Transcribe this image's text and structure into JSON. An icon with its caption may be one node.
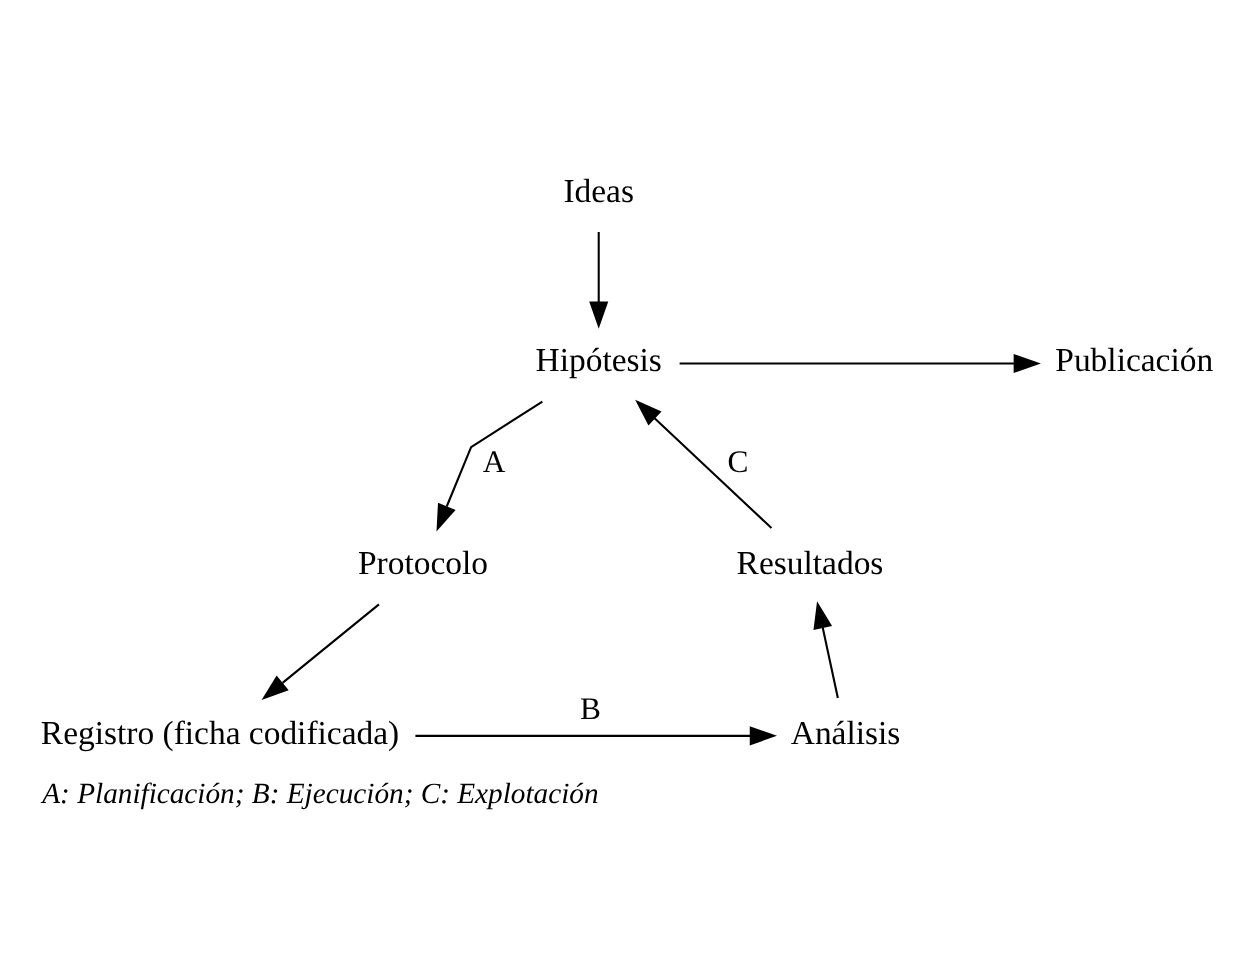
{
  "diagram": {
    "caption": "A: Planificación; B: Ejecución; C: Explotación",
    "nodes": [
      {
        "text": [
          "Ideas"
        ]
      },
      {
        "text": [
          "Hipótesis"
        ]
      },
      {
        "text": [
          "Publicación"
        ]
      },
      {
        "text": [
          "Protocolo"
        ]
      },
      {
        "text": [
          "Registro (ficha codificada)"
        ]
      },
      {
        "text": [
          "Análisis"
        ]
      },
      {
        "text": [
          "Resultados"
        ]
      }
    ],
    "edges": [
      {
        "from": 0,
        "to": 1,
        "arrow": "to"
      },
      {
        "from": 1,
        "to": 2,
        "arrow": "to"
      },
      {
        "from": 1,
        "to": 3,
        "arrow": "to",
        "label": "A"
      },
      {
        "from": 3,
        "to": 4,
        "arrow": "to"
      },
      {
        "from": 4,
        "to": 5,
        "arrow": "to",
        "label": "B"
      },
      {
        "from": 5,
        "to": 6,
        "arrow": "to"
      },
      {
        "from": 6,
        "to": 1,
        "arrow": "to",
        "label": "C"
      }
    ]
  }
}
